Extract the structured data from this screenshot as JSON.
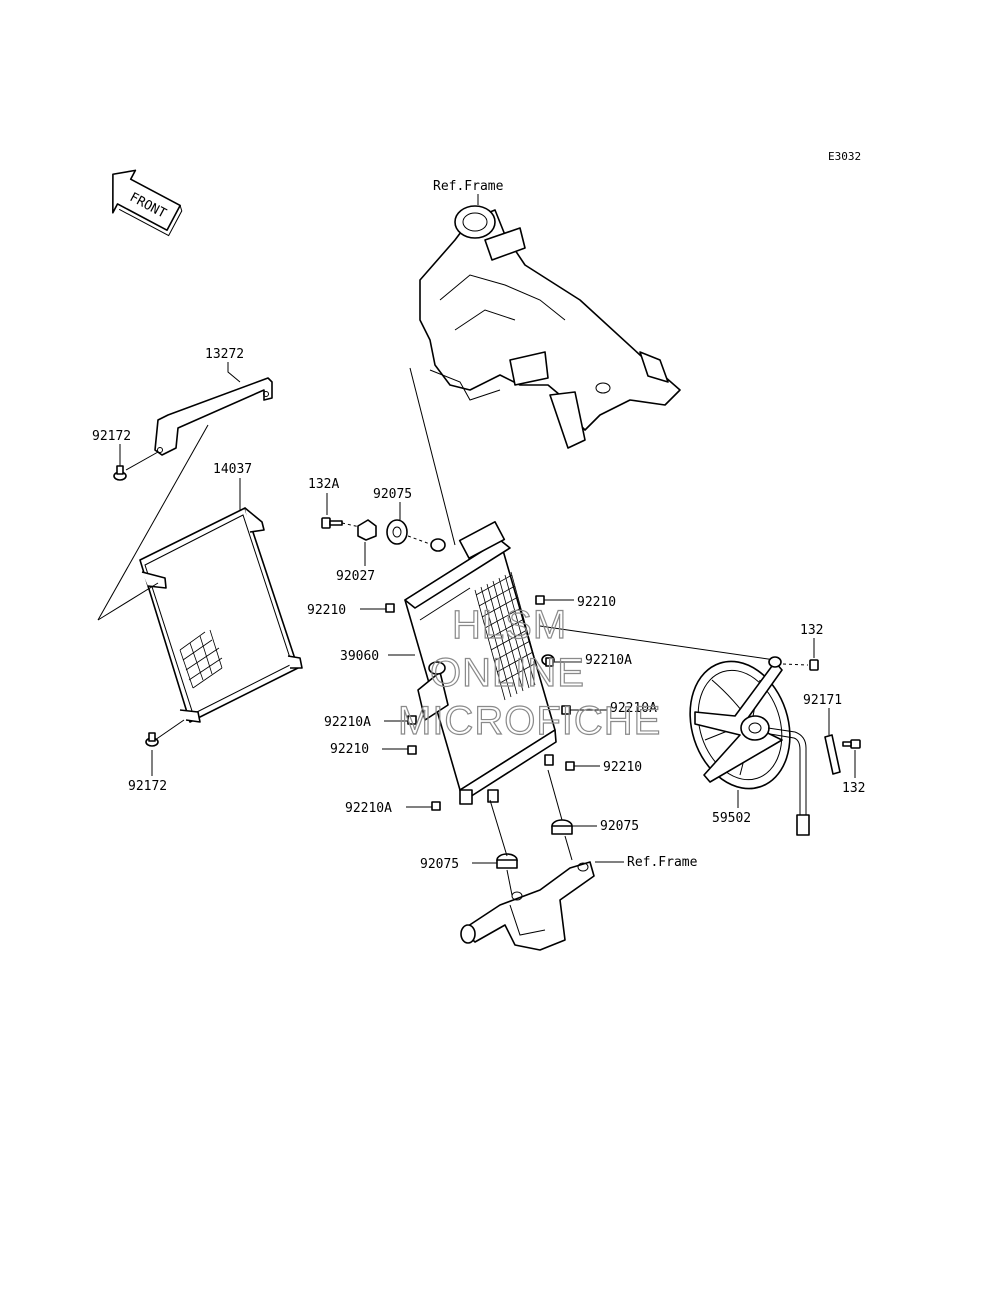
{
  "diagram_code": "E3032",
  "front_arrow": "FRONT",
  "watermark": [
    "HLSM",
    "ONLINE",
    "MICROFICHE"
  ],
  "labels": {
    "ref_frame_top": "Ref.Frame",
    "ref_frame_bottom": "Ref.Frame",
    "p13272": "13272",
    "p92172_top": "92172",
    "p14037": "14037",
    "p92172_bottom": "92172",
    "p132A": "132A",
    "p92075_top": "92075",
    "p92027": "92027",
    "p92210_right_top": "92210",
    "p92210_left_top": "92210",
    "p39060": "39060",
    "p92210A_right_top": "92210A",
    "p92210A_right_mid": "92210A",
    "p92210A_left_mid": "92210A",
    "p92210_left_mid": "92210",
    "p92210_right_low": "92210",
    "p92210A_left_low": "92210A",
    "p92075_right": "92075",
    "p92075_left": "92075",
    "p132_top": "132",
    "p92171": "92171",
    "p132_right": "132",
    "p59502": "59502"
  }
}
